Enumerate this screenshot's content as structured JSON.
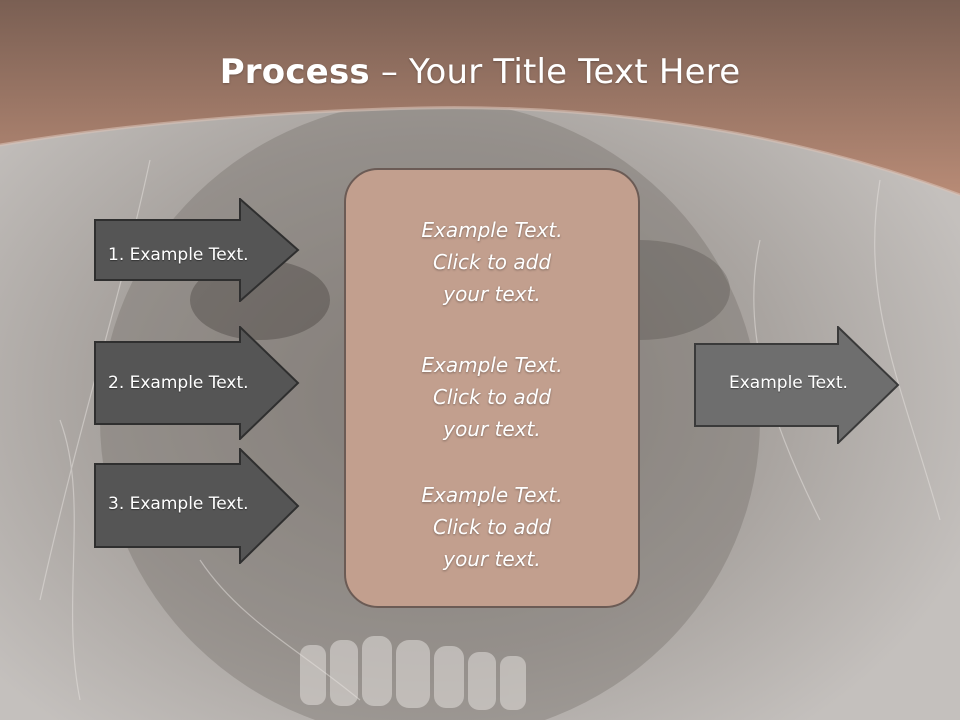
{
  "title": {
    "bold": "Process",
    "rest": " – Your Title Text Here"
  },
  "left_arrows": [
    {
      "label": "1. Example Text."
    },
    {
      "label": "2. Example Text."
    },
    {
      "label": "3. Example Text."
    }
  ],
  "center_panel": {
    "blocks": [
      {
        "line1": "Example Text.",
        "line2": "Click  to add",
        "line3": "your text."
      },
      {
        "line1": "Example Text.",
        "line2": "Click  to add",
        "line3": "your text."
      },
      {
        "line1": "Example Text.",
        "line2": "Click  to add",
        "line3": "your text."
      }
    ]
  },
  "right_arrow": {
    "label": "Example Text."
  },
  "colors": {
    "header_band": "#9a7262",
    "arrow_dark": "#555555",
    "arrow_mid": "#6e6e6e",
    "panel_fill": "#c29f8e",
    "panel_border": "#6b5b55"
  }
}
